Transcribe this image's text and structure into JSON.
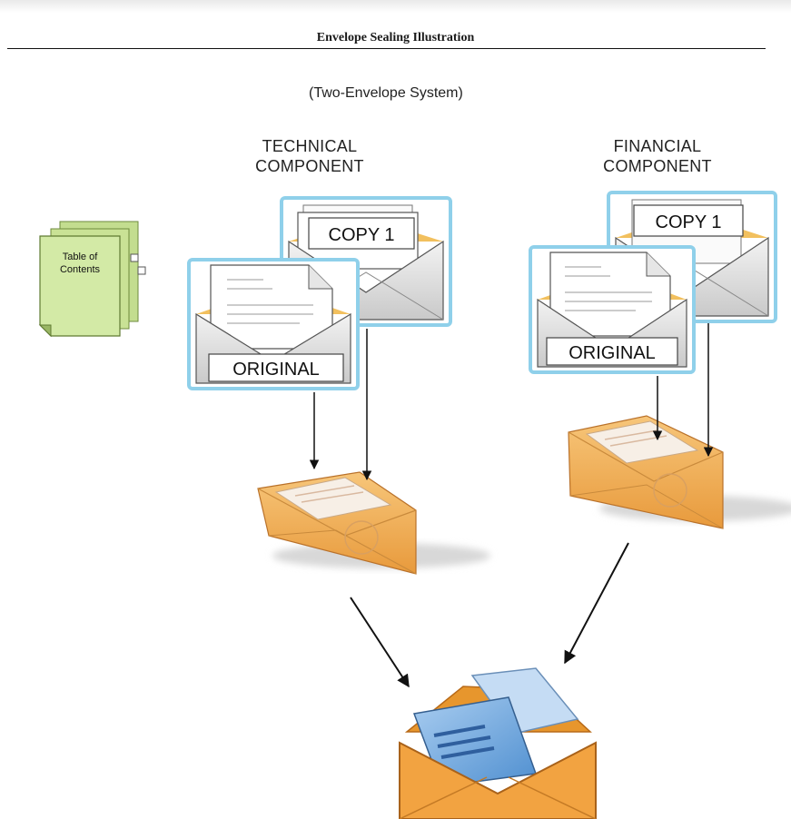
{
  "header": {
    "title": "Envelope Sealing Illustration",
    "subtitle": "(Two-Envelope System)"
  },
  "technical": {
    "line1": "TECHNICAL",
    "line2": "COMPONENT",
    "copy_label": "COPY 1",
    "original_label": "ORIGINAL"
  },
  "financial": {
    "line1": "FINANCIAL",
    "line2": "COMPONENT",
    "copy_label": "COPY 1",
    "original_label": "ORIGINAL"
  },
  "toc": {
    "line1": "Table of",
    "line2": "Contents"
  },
  "colors": {
    "envelope_orange": "#f2b35a",
    "envelope_gray": "#e4e4e4",
    "envelope_outline": "#8fd0ea",
    "toc_green": "#cfe7a0",
    "document_blue": "#5b9bd8"
  }
}
